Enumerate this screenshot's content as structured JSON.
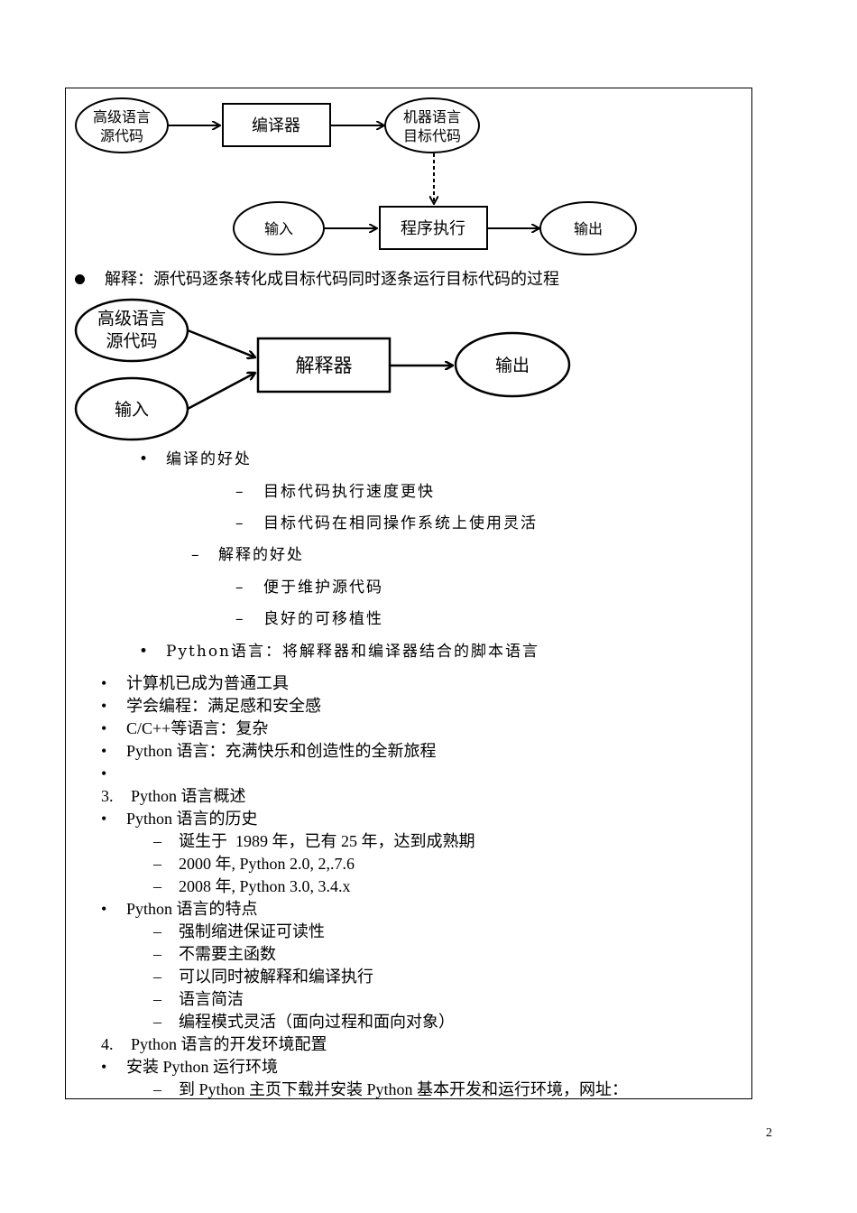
{
  "diagram_compile": {
    "src_line1": "高级语言",
    "src_line2": "源代码",
    "compiler": "编译器",
    "machine_line1": "机器语言",
    "machine_line2": "目标代码",
    "input": "输入",
    "execute": "程序执行",
    "output": "输出"
  },
  "interpret_bullet": "解释：源代码逐条转化成目标代码同时逐条运行目标代码的过程",
  "diagram_interpret": {
    "src_line1": "高级语言",
    "src_line2": "源代码",
    "input": "输入",
    "interpreter": "解释器",
    "output": "输出"
  },
  "slide_notes": {
    "compile_benefit": {
      "bullet": "•",
      "text": "编译的好处"
    },
    "compile_1": {
      "bullet": "–",
      "text": "目标代码执行速度更快"
    },
    "compile_2": {
      "bullet": "–",
      "text": "目标代码在相同操作系统上使用灵活"
    },
    "interpret_benefit": {
      "bullet": "–",
      "text": "解释的好处"
    },
    "interpret_1": {
      "bullet": "–",
      "text": "便于维护源代码"
    },
    "interpret_2": {
      "bullet": "–",
      "text": "良好的可移植性"
    },
    "python_lang": {
      "bullet": "•",
      "text": "Python语言：将解释器和编译器结合的脚本语言"
    }
  },
  "body_lines": [
    {
      "marker": "•",
      "text": "计算机已成为普通工具"
    },
    {
      "marker": "•",
      "text": "学会编程：满足感和安全感"
    },
    {
      "marker": "•",
      "text": "C/C++等语言：复杂"
    },
    {
      "marker": "•",
      "text": "Python 语言：充满快乐和创造性的全新旅程"
    },
    {
      "marker": "•",
      "text": ""
    },
    {
      "marker": "3.",
      "text": "Python 语言概述"
    },
    {
      "marker": "•",
      "text": "Python 语言的历史"
    },
    {
      "marker": "–",
      "text": "诞生于  1989 年，已有 25 年，达到成熟期"
    },
    {
      "marker": "–",
      "text": "2000 年, Python 2.0, 2,.7.6"
    },
    {
      "marker": "–",
      "text": "2008 年, Python 3.0, 3.4.x"
    },
    {
      "marker": "•",
      "text": "Python 语言的特点"
    },
    {
      "marker": "–",
      "text": "强制缩进保证可读性"
    },
    {
      "marker": "–",
      "text": "不需要主函数"
    },
    {
      "marker": "–",
      "text": "可以同时被解释和编译执行"
    },
    {
      "marker": "–",
      "text": "语言简洁"
    },
    {
      "marker": "–",
      "text": "编程模式灵活（面向过程和面向对象）"
    },
    {
      "marker": "4.",
      "text": "Python 语言的开发环境配置"
    },
    {
      "marker": "•",
      "text": "安装 Python 运行环境"
    },
    {
      "marker": "–",
      "text": "到 Python 主页下载并安装 Python 基本开发和运行环境，网址："
    }
  ],
  "page_number": "2"
}
